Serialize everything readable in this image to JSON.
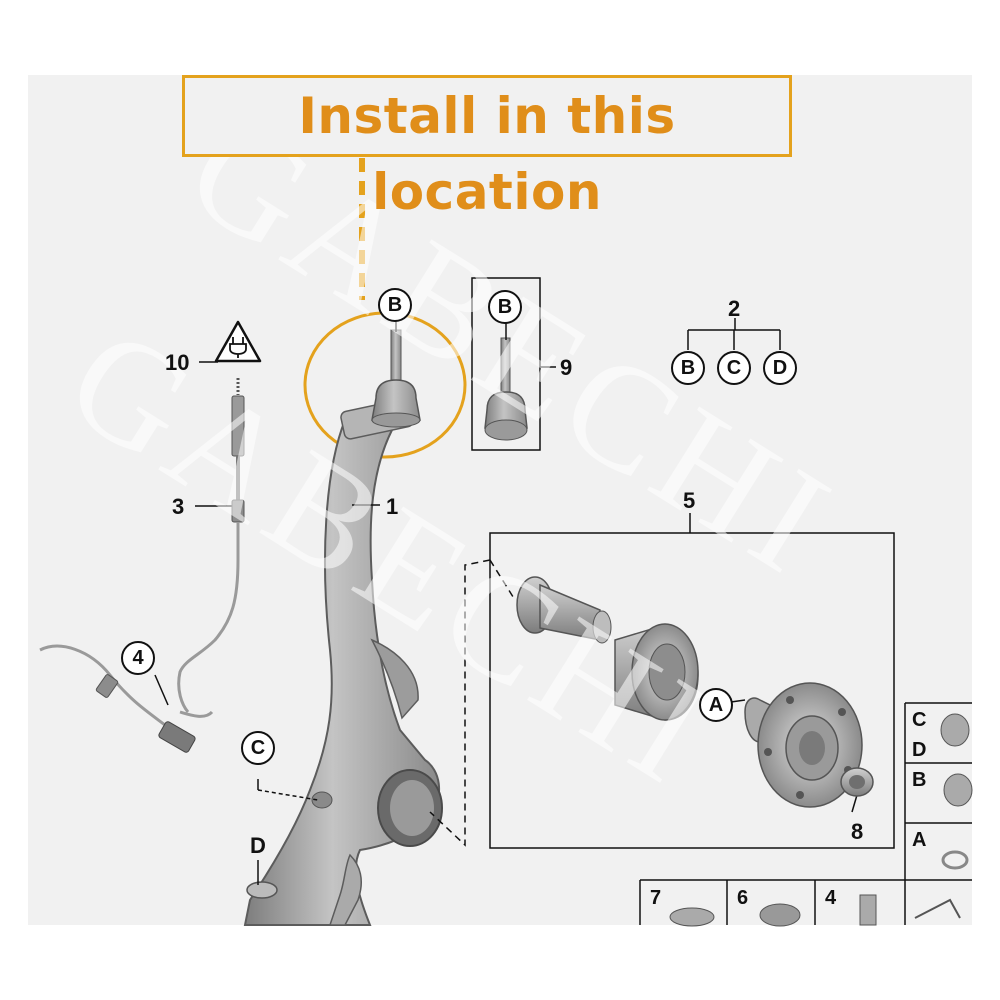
{
  "callout": {
    "text": "Install in this location"
  },
  "callout_color": "#e4a21d",
  "labels": {
    "n1": "1",
    "n2": "2",
    "n3": "3",
    "n4_cable": "4",
    "n5": "5",
    "n8": "8",
    "n9": "9",
    "n10": "10",
    "letter_b_main": "B",
    "letter_b_part9": "B",
    "letter_b_group": "B",
    "letter_c_group": "C",
    "letter_d_group": "D",
    "letter_a": "A",
    "letter_c_knuckle": "C",
    "letter_d_knuckle": "D"
  },
  "side_table": {
    "c": "C",
    "d": "D",
    "b": "B",
    "a": "A"
  },
  "bottom_table": {
    "n7": "7",
    "n6": "6",
    "n4": "4"
  },
  "watermark": {
    "line1": "GABECHI",
    "line2": "GABECHI"
  },
  "icons": [
    "warning-plug-icon"
  ]
}
